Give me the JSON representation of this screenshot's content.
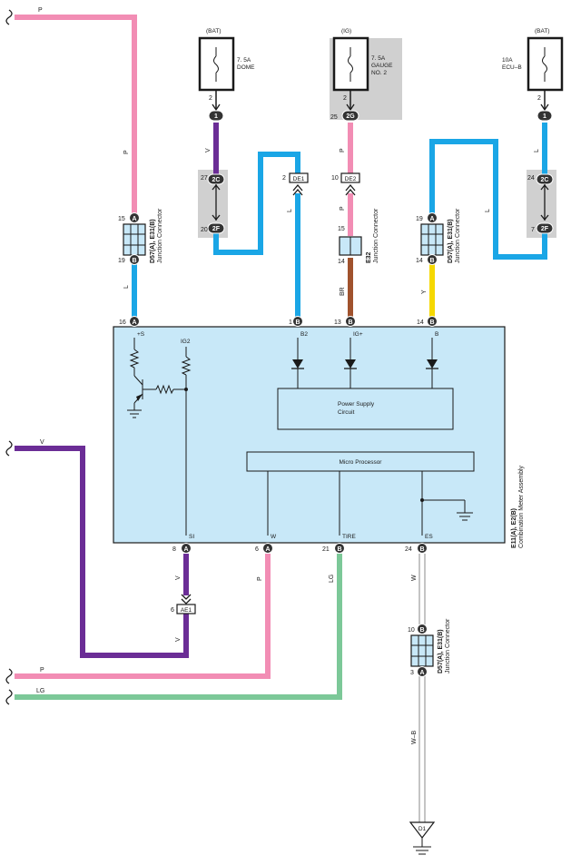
{
  "wires": {
    "p_top": "P",
    "p_v1": "P",
    "l_1": "L",
    "v_dome": "V",
    "l_dome": "L",
    "p_gauge1": "P",
    "p_gauge2": "P",
    "br": "BR",
    "y": "Y",
    "l_ecub": "L",
    "l_ecub2": "L",
    "v_left": "V",
    "v_ae1a": "V",
    "v_ae1b": "V",
    "p_w": "P",
    "lg_tire": "LG",
    "p_bottom": "P",
    "lg_bottom": "LG",
    "w_es": "W",
    "wb": "W–B"
  },
  "fuses": {
    "dome": {
      "supply": "(BAT)",
      "rating": "7. 5A",
      "name": "DOME"
    },
    "gauge": {
      "supply": "(IG)",
      "rating": "7. 5A",
      "name1": "GAUGE",
      "name2": "NO. 2"
    },
    "ecub": {
      "supply": "(BAT)",
      "rating": "10A",
      "name": "ECU–B"
    }
  },
  "connectors": {
    "jc_left": {
      "pin_top": "15",
      "pin_bot": "19",
      "top": "A",
      "bot": "B",
      "name": "D57(A), E31(B)",
      "desc": "Junction Connector"
    },
    "jc_right": {
      "pin_top": "19",
      "pin_bot": "14",
      "top": "A",
      "bot": "B",
      "name": "D57(A), E31(B)",
      "desc": "Junction Connector"
    },
    "jc_e32": {
      "pin_top": "15",
      "pin_bot": "14",
      "name": "E32",
      "desc": "Junction Connector"
    },
    "jc_bottom": {
      "pin_top": "10",
      "pin_bot": "3",
      "top": "B",
      "bot": "A",
      "name": "D57(A), E31(B)",
      "desc": "Junction Connector"
    },
    "de1": {
      "label": "DE1",
      "pin": "2"
    },
    "de2": {
      "label": "DE2",
      "pin": "10"
    },
    "ae1": {
      "label": "AE1",
      "pin": "6"
    },
    "d1": {
      "label": "D1"
    }
  },
  "pins": {
    "dome_fuse": "2",
    "dome_c": "1",
    "gauge_fuse": "2",
    "gauge_pin": "25",
    "gauge_c": "2G",
    "ecub_fuse": "2",
    "ecub_c": "1",
    "c2c_l_num": "27",
    "c2c_l": "2C",
    "c2f_l_num": "20",
    "c2f_l": "2F",
    "c2c_r_num": "24",
    "c2c_r": "2C",
    "c2f_r_num": "7",
    "c2f_r": "2F",
    "m16": "16",
    "m1": "1",
    "m13": "13",
    "m14": "14",
    "m8": "8",
    "m6": "6",
    "m21": "21",
    "m24": "24",
    "ma": "A",
    "mb": "B"
  },
  "meter": {
    "terms_top": [
      "+S",
      "B2",
      "IG+",
      "B"
    ],
    "terms_bottom": [
      "SI",
      "W",
      "TIRE",
      "ES"
    ],
    "ig2": "IG2",
    "psc1": "Power Supply",
    "psc2": "Circuit",
    "mp": "Micro Processor",
    "name": "E11(A), E2(B)",
    "desc": "Combination Meter Assembly"
  }
}
